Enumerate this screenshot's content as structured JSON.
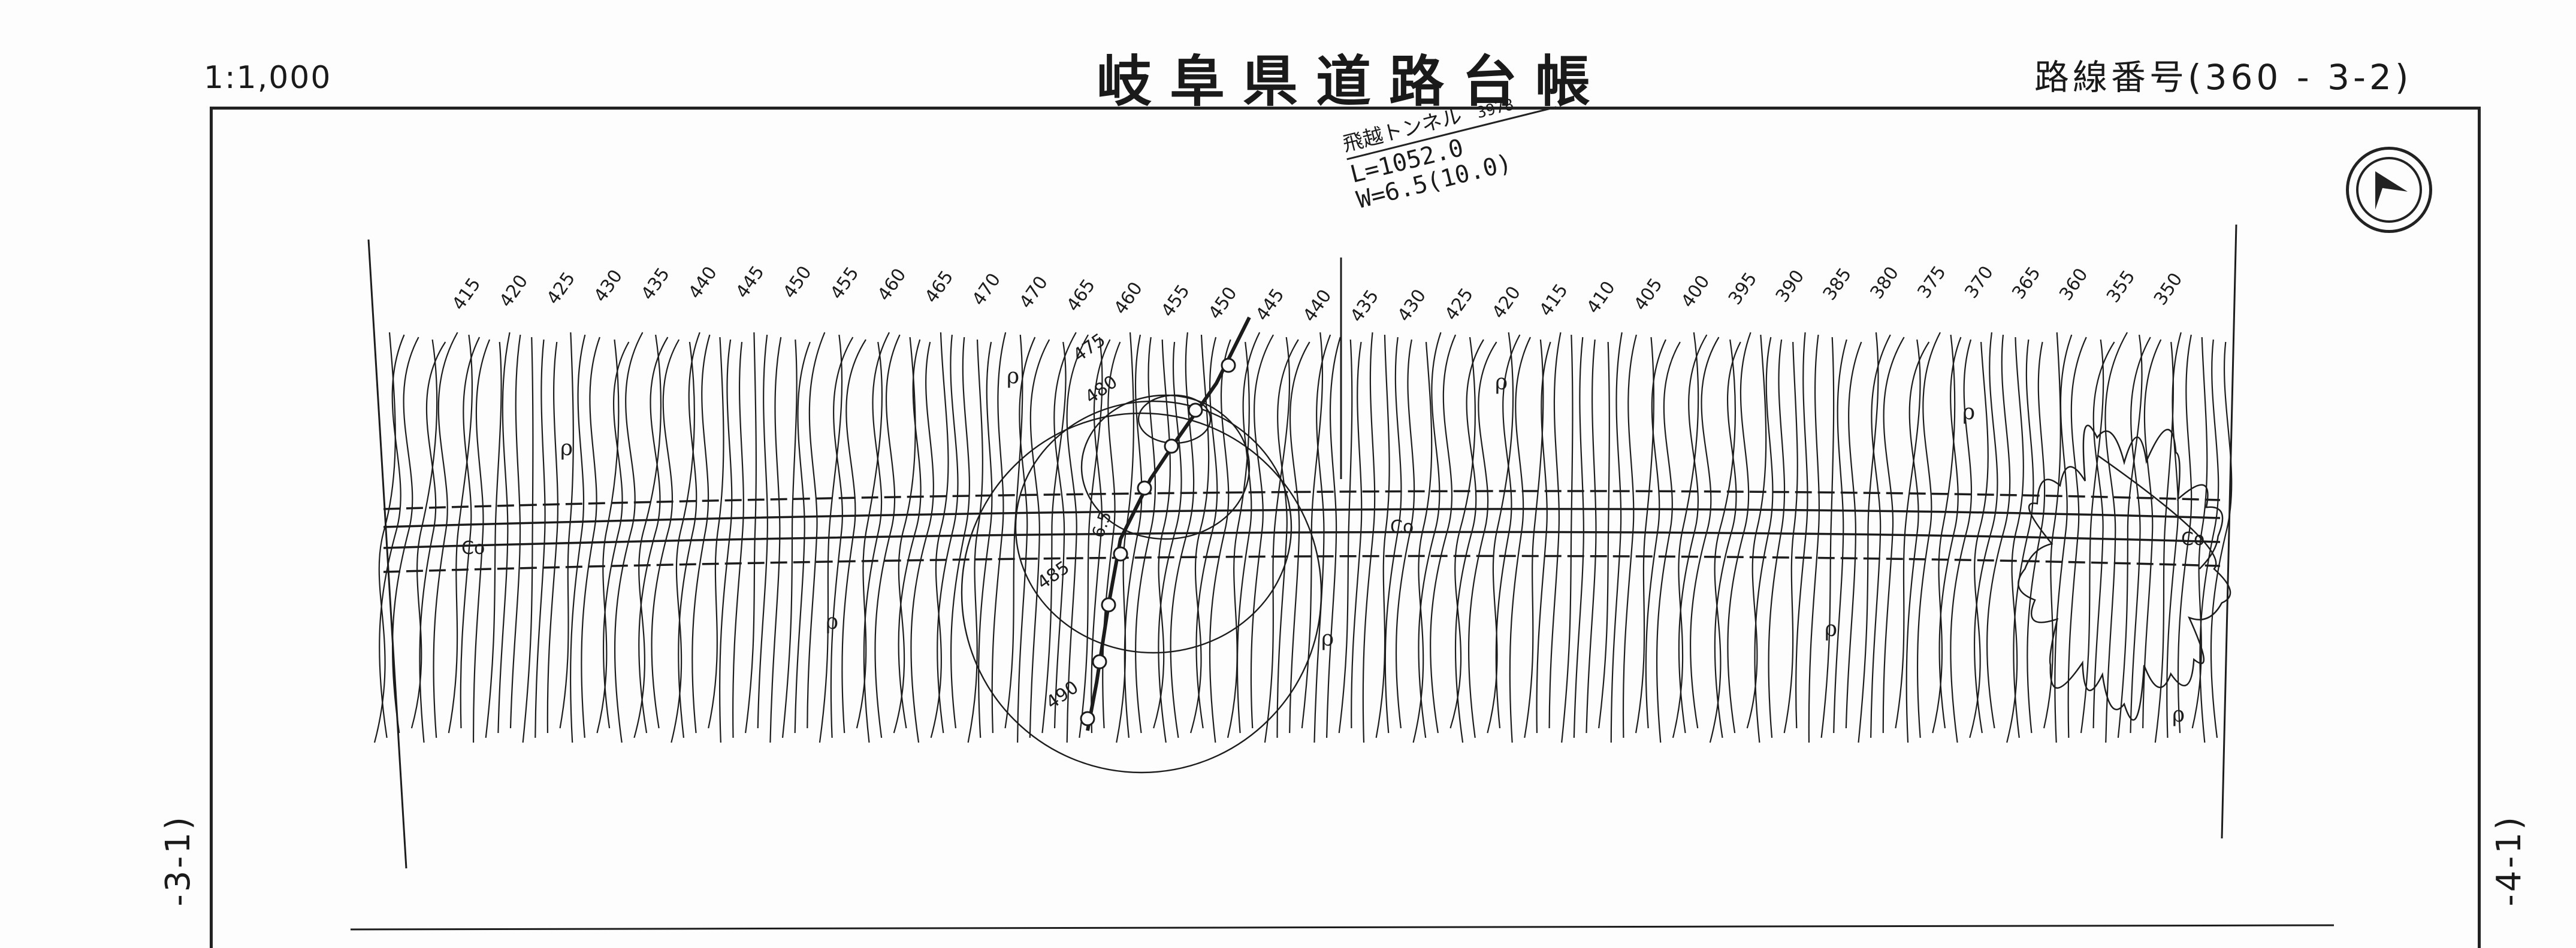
{
  "header": {
    "scale": "1:1,000",
    "title": "岐阜県道路台帳",
    "route_number": "路線番号(360 - 3-2)"
  },
  "tunnel": {
    "name": "飛越トンネル",
    "id": "3978",
    "length": "L=1052.0",
    "width": "W=6.5(10.0)"
  },
  "contours": {
    "top_labels": [
      "415",
      "420",
      "425",
      "430",
      "435",
      "440",
      "445",
      "450",
      "455",
      "460",
      "465",
      "470",
      "470",
      "465",
      "460",
      "455",
      "450",
      "445",
      "440",
      "435",
      "430",
      "425",
      "420",
      "415",
      "410",
      "405",
      "400",
      "395",
      "390",
      "385",
      "380",
      "375",
      "370",
      "365",
      "360",
      "355",
      "350"
    ],
    "inner_labels": [
      "475",
      "480",
      "485",
      "490"
    ],
    "centerline_label": "6.5"
  },
  "symbols": {
    "bush_marker": "ρ",
    "cultivation_marker": "Co"
  },
  "side_refs": {
    "left": "-3-1)",
    "right": "-4-1)"
  },
  "icons": {
    "north_arrow": "north-arrow-icon"
  }
}
